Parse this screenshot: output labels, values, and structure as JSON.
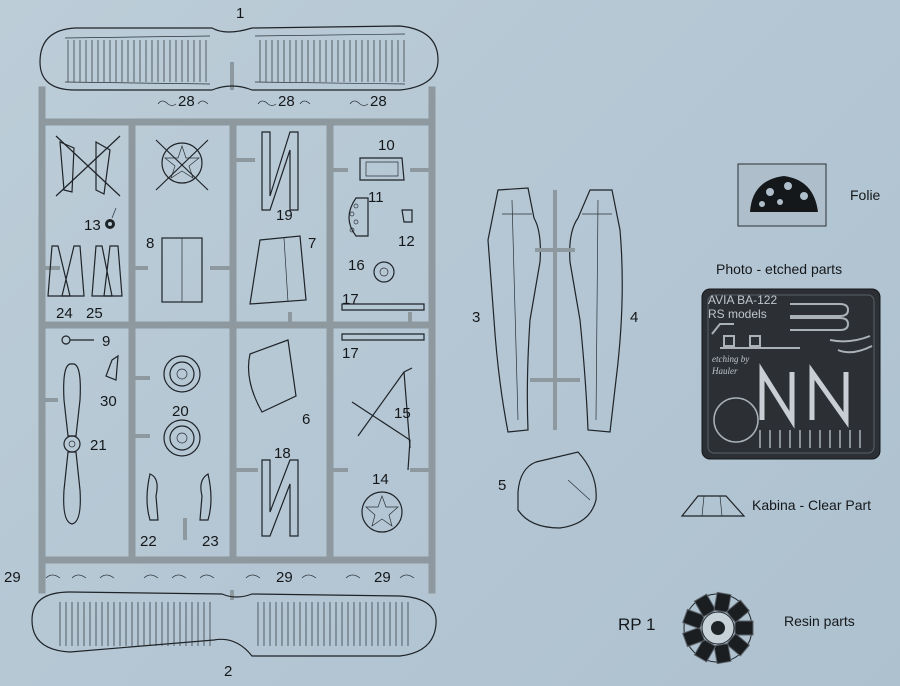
{
  "part_numbers": {
    "p1": "1",
    "p2": "2",
    "p3": "3",
    "p4": "4",
    "p5": "5",
    "p6": "6",
    "p7": "7",
    "p8": "8",
    "p9": "9",
    "p10": "10",
    "p11": "11",
    "p12": "12",
    "p13": "13",
    "p14": "14",
    "p15": "15",
    "p16": "16",
    "p17": "17",
    "p18": "18",
    "p19": "19",
    "p20": "20",
    "p21": "21",
    "p22": "22",
    "p23": "23",
    "p24": "24",
    "p25": "25",
    "p28": "28",
    "p29": "29",
    "p30": "30"
  },
  "legend": {
    "folie": "Folie",
    "photo_etched": "Photo - etched parts",
    "kabina": "Kabina - Clear Part",
    "resin": "Resin parts",
    "rp1": "RP 1"
  },
  "photo_etch_fret": {
    "title": "AVIA BA-122",
    "maker": "RS models",
    "etcher_line1": "etching by",
    "etcher_line2": "Hauler"
  },
  "colors": {
    "background": "#b7c9d5",
    "sprue": "#8d989f",
    "ink": "#1e2328",
    "etch_fret": "#2c3034"
  }
}
